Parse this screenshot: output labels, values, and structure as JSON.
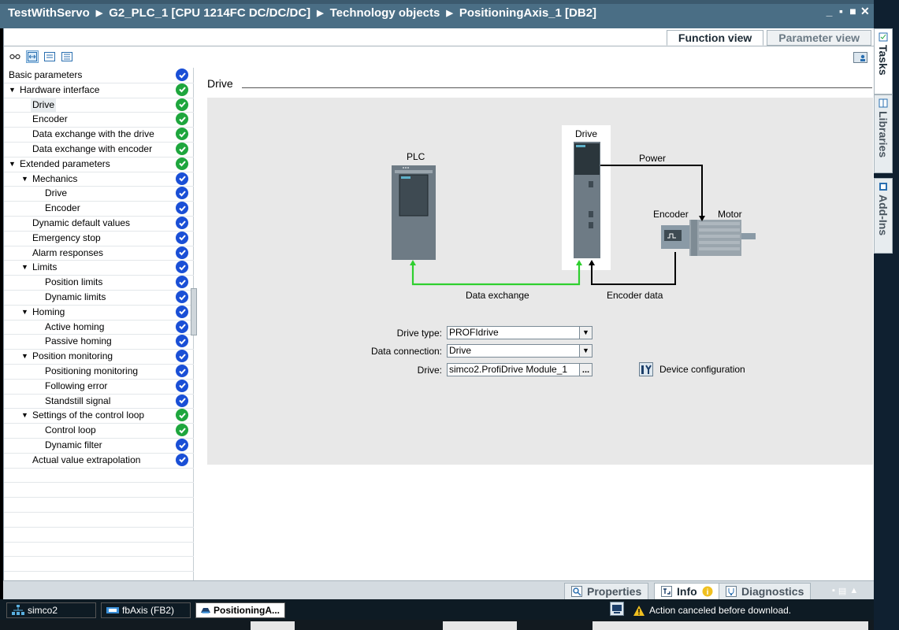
{
  "titlebar": {
    "crumbs": [
      "TestWithServo",
      "G2_PLC_1 [CPU 1214FC DC/DC/DC]",
      "Technology objects",
      "PositioningAxis_1 [DB2]"
    ],
    "separator": "▶"
  },
  "view_tabs": {
    "function_view": "Function view",
    "parameter_view": "Parameter view"
  },
  "nav_tree": [
    {
      "label": "Basic parameters",
      "indent": 0,
      "arrow": "",
      "status": "blue"
    },
    {
      "label": "Hardware interface",
      "indent": 0,
      "arrow": "▼",
      "status": "green"
    },
    {
      "label": "Drive",
      "indent": 1,
      "arrow": "",
      "status": "green",
      "selected": true
    },
    {
      "label": "Encoder",
      "indent": 1,
      "arrow": "",
      "status": "green"
    },
    {
      "label": "Data exchange with the drive",
      "indent": 1,
      "arrow": "",
      "status": "green"
    },
    {
      "label": "Data exchange with encoder",
      "indent": 1,
      "arrow": "",
      "status": "green"
    },
    {
      "label": "Extended parameters",
      "indent": 0,
      "arrow": "▼",
      "status": "green"
    },
    {
      "label": "Mechanics",
      "indent": 1,
      "arrow": "▼",
      "status": "blue"
    },
    {
      "label": "Drive",
      "indent": 2,
      "arrow": "",
      "status": "blue"
    },
    {
      "label": "Encoder",
      "indent": 2,
      "arrow": "",
      "status": "blue"
    },
    {
      "label": "Dynamic default values",
      "indent": 1,
      "arrow": "",
      "status": "blue"
    },
    {
      "label": "Emergency stop",
      "indent": 1,
      "arrow": "",
      "status": "blue"
    },
    {
      "label": "Alarm responses",
      "indent": 1,
      "arrow": "",
      "status": "blue"
    },
    {
      "label": "Limits",
      "indent": 1,
      "arrow": "▼",
      "status": "blue"
    },
    {
      "label": "Position limits",
      "indent": 2,
      "arrow": "",
      "status": "blue"
    },
    {
      "label": "Dynamic limits",
      "indent": 2,
      "arrow": "",
      "status": "blue"
    },
    {
      "label": "Homing",
      "indent": 1,
      "arrow": "▼",
      "status": "blue"
    },
    {
      "label": "Active homing",
      "indent": 2,
      "arrow": "",
      "status": "blue"
    },
    {
      "label": "Passive homing",
      "indent": 2,
      "arrow": "",
      "status": "blue"
    },
    {
      "label": "Position monitoring",
      "indent": 1,
      "arrow": "▼",
      "status": "blue"
    },
    {
      "label": "Positioning monitoring",
      "indent": 2,
      "arrow": "",
      "status": "blue"
    },
    {
      "label": "Following error",
      "indent": 2,
      "arrow": "",
      "status": "blue"
    },
    {
      "label": "Standstill signal",
      "indent": 2,
      "arrow": "",
      "status": "blue"
    },
    {
      "label": "Settings of the control loop",
      "indent": 1,
      "arrow": "▼",
      "status": "green"
    },
    {
      "label": "Control loop",
      "indent": 2,
      "arrow": "",
      "status": "green"
    },
    {
      "label": "Dynamic filter",
      "indent": 2,
      "arrow": "",
      "status": "blue"
    },
    {
      "label": "Actual value extrapolation",
      "indent": 1,
      "arrow": "",
      "status": "blue"
    }
  ],
  "section_title": "Drive",
  "diagram": {
    "plc": "PLC",
    "drive": "Drive",
    "power": "Power",
    "encoder": "Encoder",
    "motor": "Motor",
    "data_exchange": "Data exchange",
    "encoder_data": "Encoder data",
    "colors": {
      "green_link": "#2fcf2f",
      "black_link": "#000000"
    }
  },
  "form": {
    "drive_type_label": "Drive type:",
    "drive_type_value": "PROFIdrive",
    "data_connection_label": "Data connection:",
    "data_connection_value": "Drive",
    "drive_label": "Drive:",
    "drive_value": "simco2.ProfiDrive Module_1",
    "browse": "...",
    "device_configuration": "Device configuration"
  },
  "side_tabs": {
    "tasks": "Tasks",
    "libraries": "Libraries",
    "addins": "Add-Ins"
  },
  "info_tabs": {
    "properties": "Properties",
    "info": "Info",
    "diagnostics": "Diagnostics"
  },
  "taskbar": {
    "items": [
      "simco2",
      "fbAxis (FB2)",
      "PositioningA..."
    ],
    "status": "Action canceled before download."
  }
}
